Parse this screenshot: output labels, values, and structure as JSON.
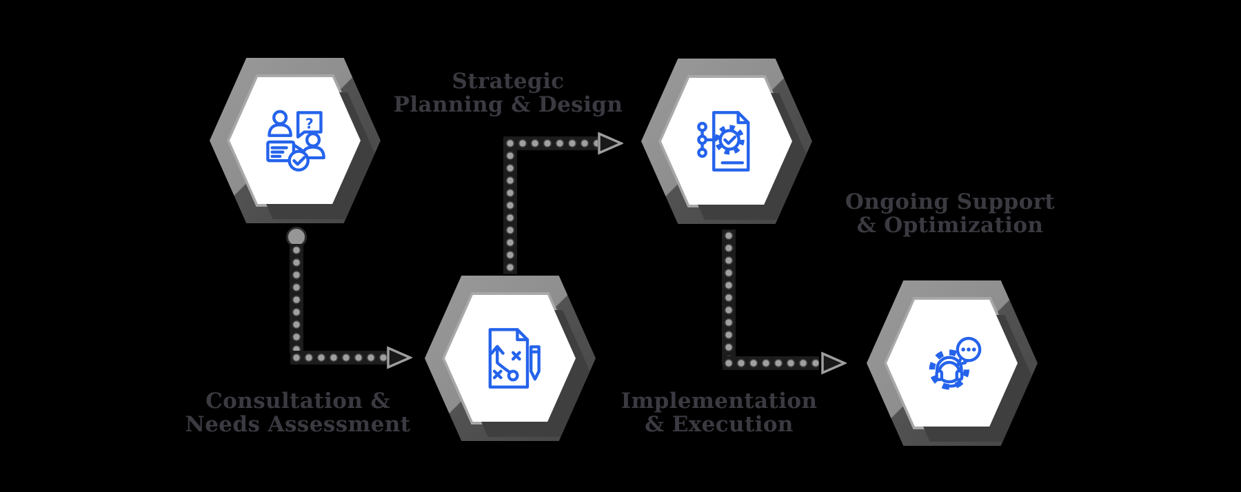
{
  "diagram": {
    "type": "process-flow",
    "background_color": "#000000",
    "colors": {
      "icon_accent": "#2563eb",
      "hex_ring": "#8e8e8e",
      "hex_ring_shadow": "#464646",
      "hex_fill": "#ffffff",
      "connector_dot": "#a0a0a0",
      "label_text": "#3a3a41"
    },
    "steps": [
      {
        "order": 1,
        "position": "top-left",
        "label": "Consultation & Needs Assessment",
        "label_lines": [
          "Consultation &",
          "Needs Assessment"
        ],
        "icon": "consultation-needs-icon"
      },
      {
        "order": 2,
        "position": "bottom-center-left",
        "label": "Strategic Planning & Design",
        "label_lines": [
          "Strategic",
          "Planning & Design"
        ],
        "icon": "strategic-planning-icon"
      },
      {
        "order": 3,
        "position": "top-right",
        "label": "Implementation & Execution",
        "label_lines": [
          "Implementation",
          "& Execution"
        ],
        "icon": "implementation-icon"
      },
      {
        "order": 4,
        "position": "bottom-right",
        "label": "Ongoing Support & Optimization",
        "label_lines": [
          "Ongoing Support",
          "& Optimization"
        ],
        "icon": "ongoing-support-icon"
      }
    ],
    "connectors": [
      {
        "from": 1,
        "to": 2,
        "style": "dotted-elbow-arrow",
        "route": "down-then-right"
      },
      {
        "from": 2,
        "to": 3,
        "style": "dotted-elbow-arrow",
        "route": "up-then-right"
      },
      {
        "from": 3,
        "to": 4,
        "style": "dotted-elbow-arrow",
        "route": "down-then-right"
      }
    ],
    "icon_glyphs": {
      "question_mark": "?"
    }
  }
}
